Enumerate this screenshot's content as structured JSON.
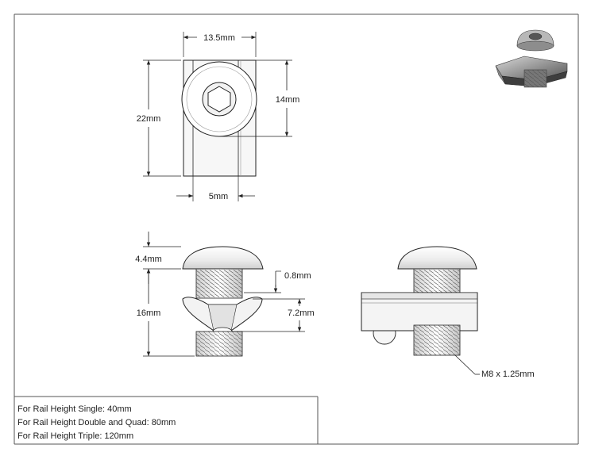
{
  "dimensions": {
    "width": "13.5mm",
    "height": "22mm",
    "hole_center": "14mm",
    "slot_width": "5mm",
    "head_height": "4.4mm",
    "thread_length": "16mm",
    "gap": "0.8mm",
    "nut_height": "7.2mm",
    "thread_spec": "M8 x 1.25mm"
  },
  "notes": [
    "For Rail Height Single: 40mm",
    "For Rail Height Double and Quad: 80mm",
    "For Rail Height Triple: 120mm"
  ],
  "colors": {
    "line": "#222222",
    "frame": "#555555",
    "part_fill": "#f3f3f3",
    "shade": "#d9d9d9"
  }
}
